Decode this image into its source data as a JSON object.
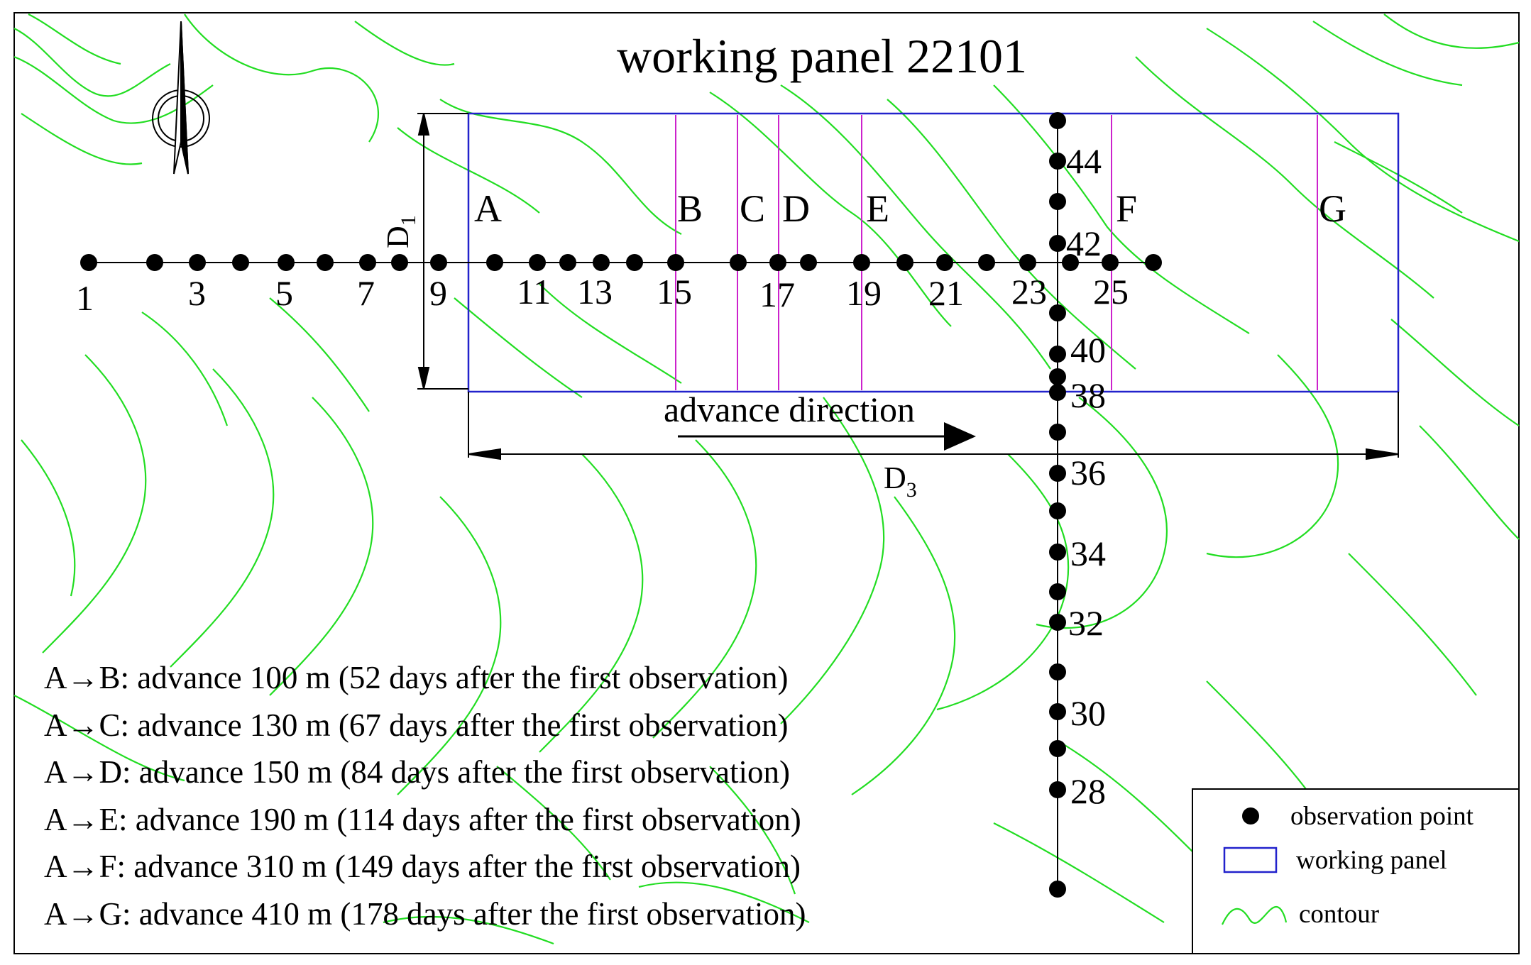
{
  "title": "working panel 22101",
  "panel_lines": [
    {
      "label": "A"
    },
    {
      "label": "B"
    },
    {
      "label": "C"
    },
    {
      "label": "D"
    },
    {
      "label": "E"
    },
    {
      "label": "F"
    },
    {
      "label": "G"
    }
  ],
  "strike_point_labels": [
    "1",
    "3",
    "5",
    "7",
    "9",
    "11",
    "13",
    "15",
    "17",
    "19",
    "21",
    "23",
    "25"
  ],
  "dip_point_labels": [
    "44",
    "42",
    "40",
    "38",
    "36",
    "34",
    "32",
    "30",
    "28"
  ],
  "dimension_labels": {
    "d1": {
      "main": "D",
      "sub": "1"
    },
    "d3": {
      "main": "D",
      "sub": "3"
    }
  },
  "advance_label": "advance direction",
  "notes": [
    "A→B: advance 100 m (52 days after the first observation)",
    "A→C: advance 130 m (67 days after the first observation)",
    "A→D: advance 150 m (84 days after the first observation)",
    "A→E: advance 190 m (114 days after the first observation)",
    "A→F: advance 310 m (149 days after the first observation)",
    "A→G: advance 410 m (178 days after the first observation)"
  ],
  "legend": {
    "observation_point": "observation point",
    "working_panel": "working panel",
    "contour": "contour"
  },
  "colors": {
    "contour": "#22dd22",
    "panel": "#2222cc",
    "advance_lines": "#cc22cc",
    "ink": "#000000"
  },
  "icons": {
    "north_arrow": "north-arrow-icon"
  }
}
